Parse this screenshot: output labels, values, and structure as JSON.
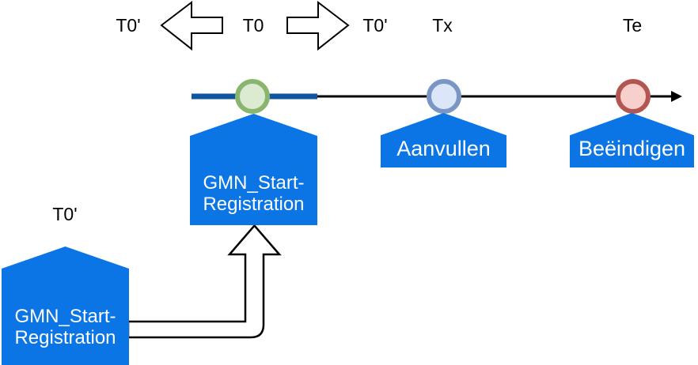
{
  "colors": {
    "event-blue": "#0b75e6",
    "timeline-navy": "#10559f",
    "green-border": "#89b56f",
    "green-fill": "#dcead2",
    "blue-border": "#7a96c5",
    "blue-fill": "#dbe7f9",
    "red-border": "#b35550",
    "red-fill": "#f7cfcc"
  },
  "top_labels": {
    "t0_prime_left": "T0'",
    "t0": "T0",
    "t0_prime_right": "T0'",
    "tx": "Tx",
    "te": "Te"
  },
  "events": {
    "start": {
      "line1": "GMN_Start-",
      "line2": "Registration"
    },
    "aanvullen": {
      "label": "Aanvullen"
    },
    "beeindigen": {
      "label": "Beëindigen"
    },
    "correction": {
      "time_label": "T0'",
      "line1": "GMN_Start-",
      "line2": "Registration"
    }
  }
}
